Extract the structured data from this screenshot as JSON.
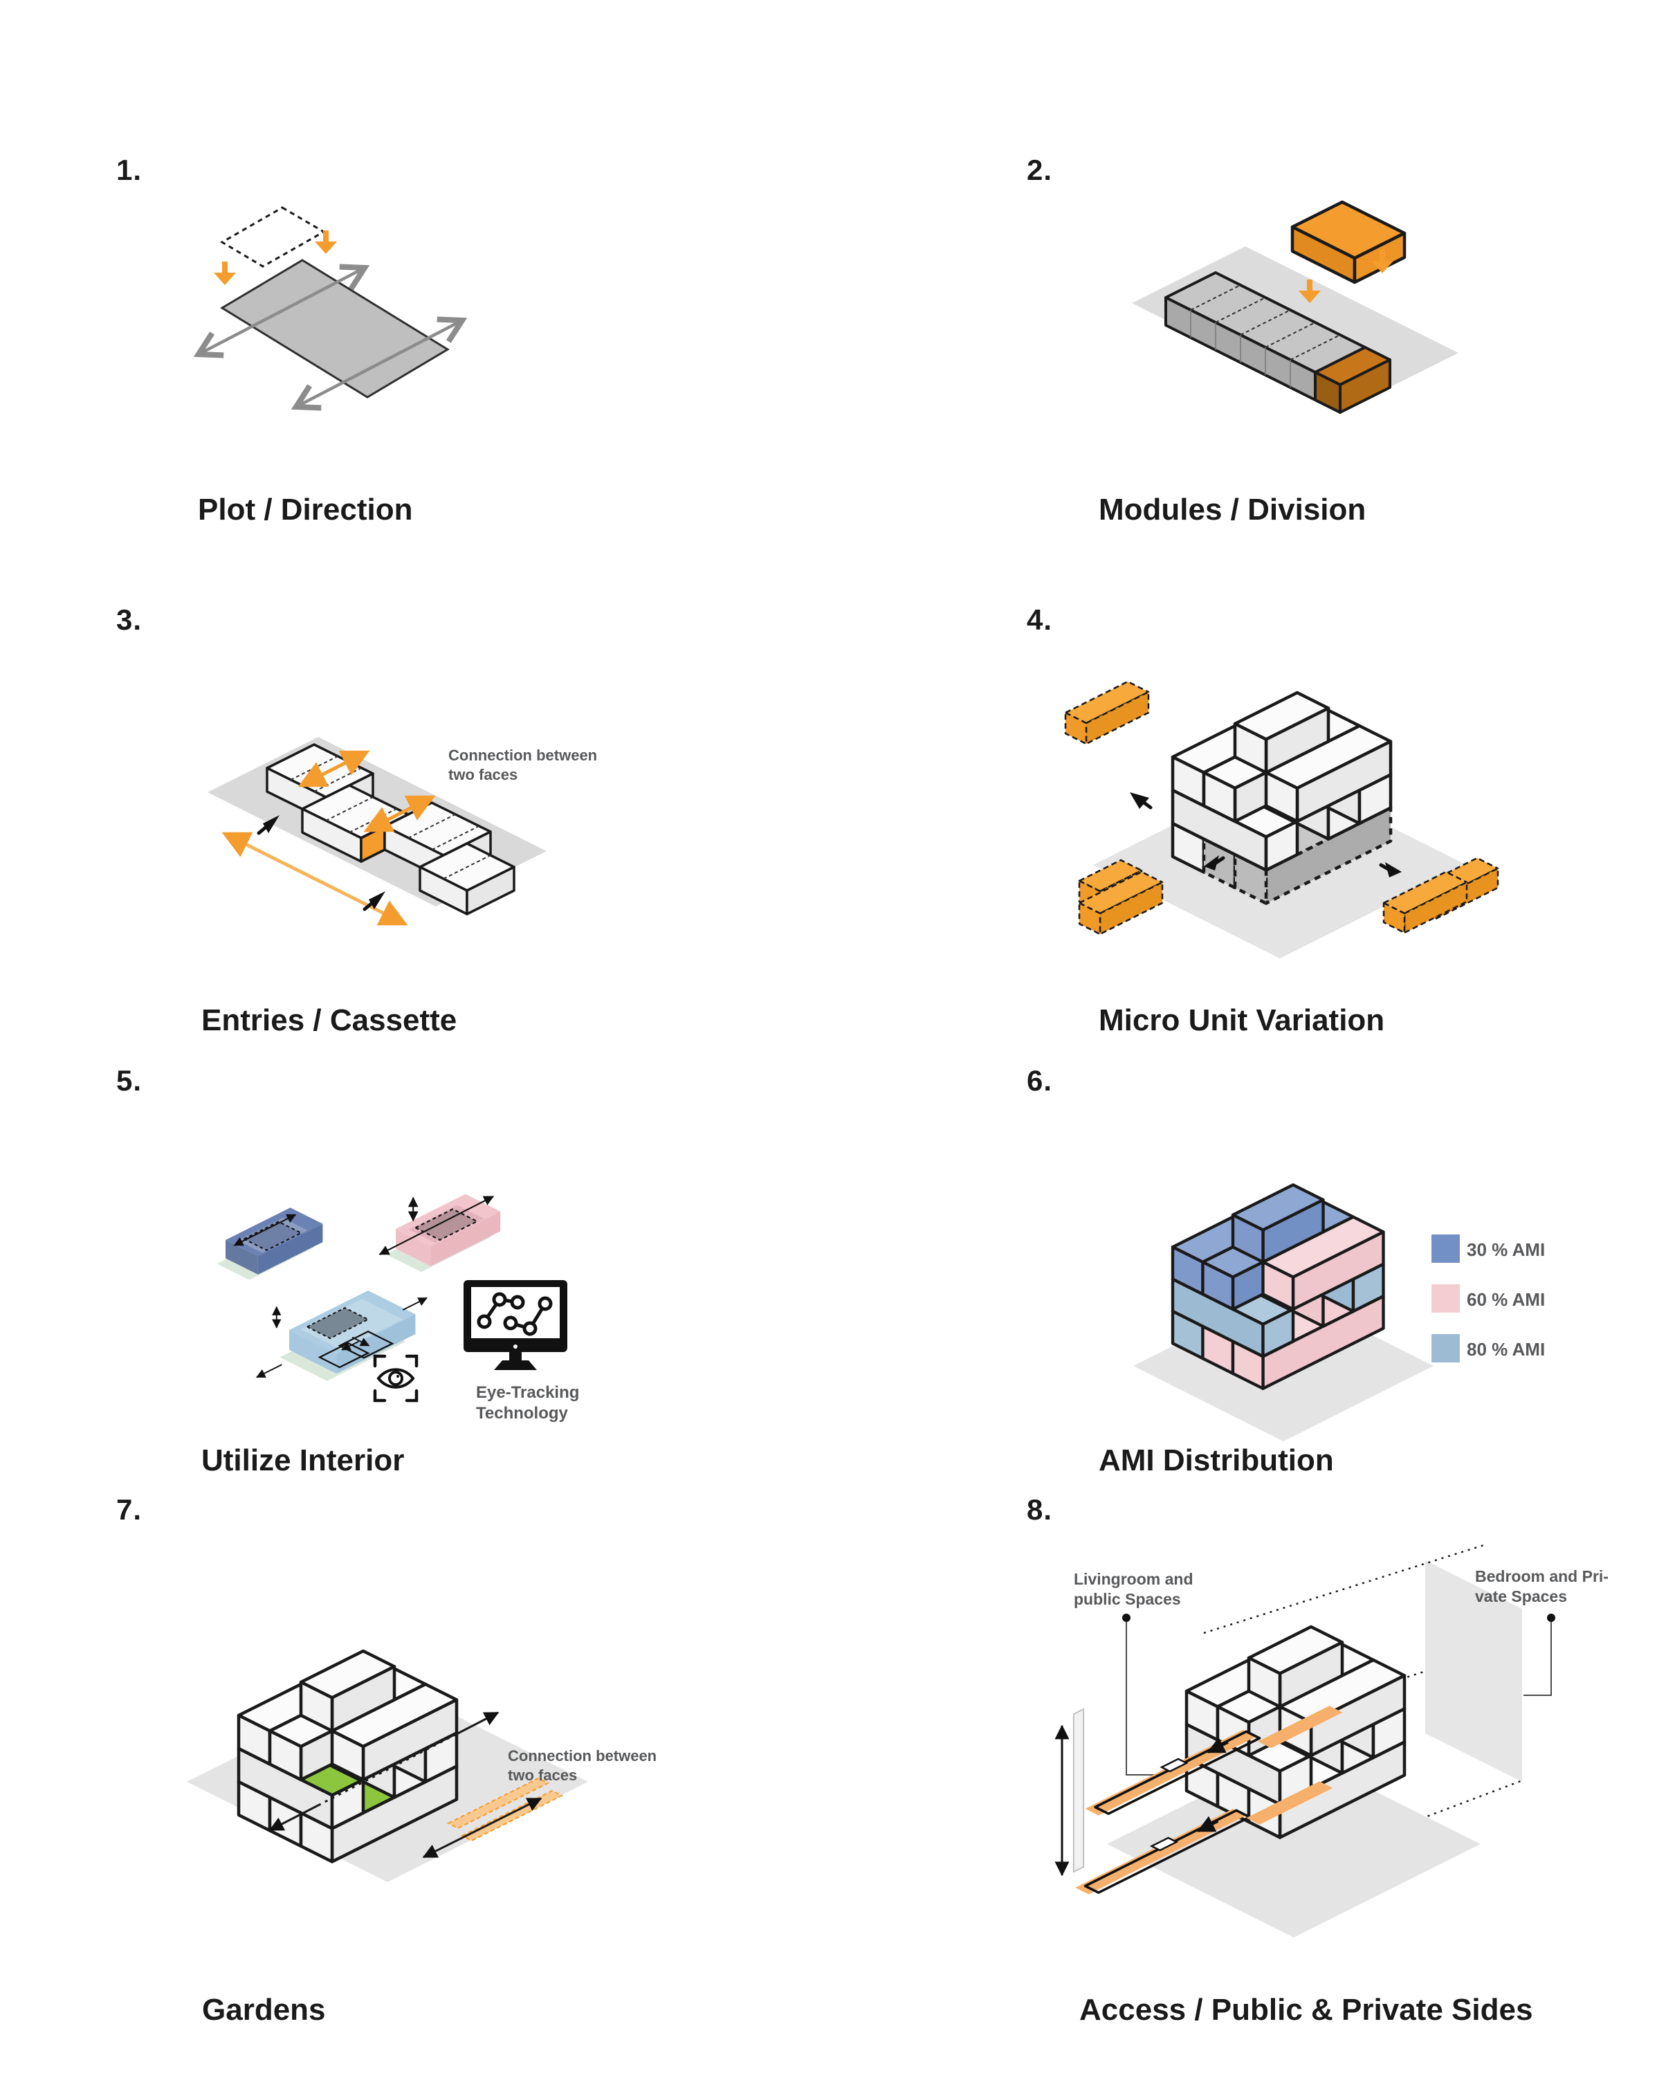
{
  "page": {
    "background": "#ffffff"
  },
  "colors": {
    "accent_orange": "#F49C2D",
    "module_orange_dark": "#C8761A",
    "garden_green": "#8CC63F",
    "ami_30": "#7390C5",
    "ami_60": "#F4CDD3",
    "ami_80": "#9DBBD3",
    "annotation_gray": "#58595B",
    "plot_gray": "#BFBFBF",
    "shadow_gray": "#E4E4E4"
  },
  "panels": [
    {
      "number": "1.",
      "caption": "Plot / Direction"
    },
    {
      "number": "2.",
      "caption": "Modules / Division"
    },
    {
      "number": "3.",
      "caption": "Entries / Cassette",
      "annotation": "Connection between\ntwo faces"
    },
    {
      "number": "4.",
      "caption": "Micro Unit Variation"
    },
    {
      "number": "5.",
      "caption": "Utilize Interior",
      "annotation": "Eye-Tracking\nTechnology"
    },
    {
      "number": "6.",
      "caption": "AMI Distribution",
      "legend": [
        {
          "label": "30 % AMI",
          "color": "#7390C5"
        },
        {
          "label": "60 % AMI",
          "color": "#F4CDD3"
        },
        {
          "label": "80 % AMI",
          "color": "#9DBBD3"
        }
      ]
    },
    {
      "number": "7.",
      "caption": "Gardens",
      "annotation": "Connection between\ntwo faces"
    },
    {
      "number": "8.",
      "caption": "Access / Public & Private Sides",
      "label_left": "Livingroom and\npublic Spaces",
      "label_right": "Bedroom and Pri-\nvate Spaces"
    }
  ]
}
